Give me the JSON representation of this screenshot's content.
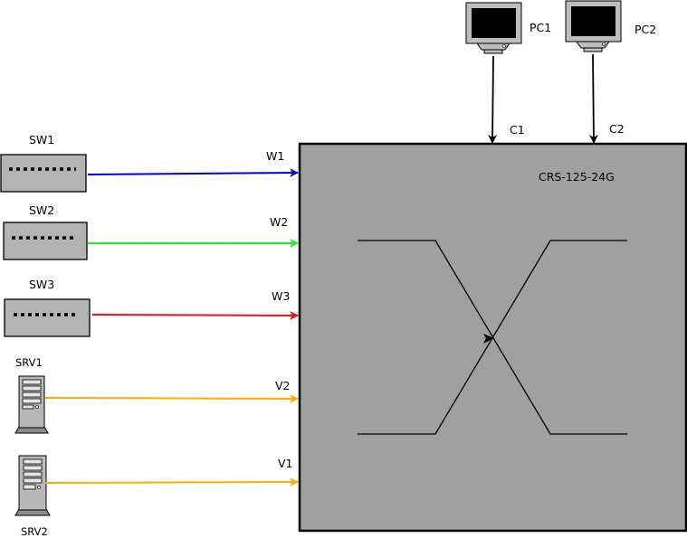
{
  "devices": {
    "sw1": {
      "label": "SW1"
    },
    "sw2": {
      "label": "SW2"
    },
    "sw3": {
      "label": "SW3"
    },
    "srv1": {
      "label": "SRV1"
    },
    "srv2": {
      "label": "SRV2"
    },
    "pc1": {
      "label": "PC1"
    },
    "pc2": {
      "label": "PC2"
    },
    "router": {
      "label": "CRS-125-24G"
    }
  },
  "links": {
    "w1": {
      "label": "W1",
      "color": "#0000dd"
    },
    "w2": {
      "label": "W2",
      "color": "#22ee22"
    },
    "w3": {
      "label": "W3",
      "color": "#ee1111"
    },
    "v2": {
      "label": "V2",
      "color": "#ffaa00"
    },
    "v1": {
      "label": "V1",
      "color": "#ffaa00"
    },
    "c1": {
      "label": "C1",
      "color": "#000000"
    },
    "c2": {
      "label": "C2",
      "color": "#000000"
    }
  },
  "colors": {
    "router_fill": "#a0a0a0",
    "switch_fill": "#b3b3b3"
  },
  "icons": {
    "switch": "switch-icon",
    "server": "server-icon",
    "pc": "pc-monitor-icon"
  }
}
